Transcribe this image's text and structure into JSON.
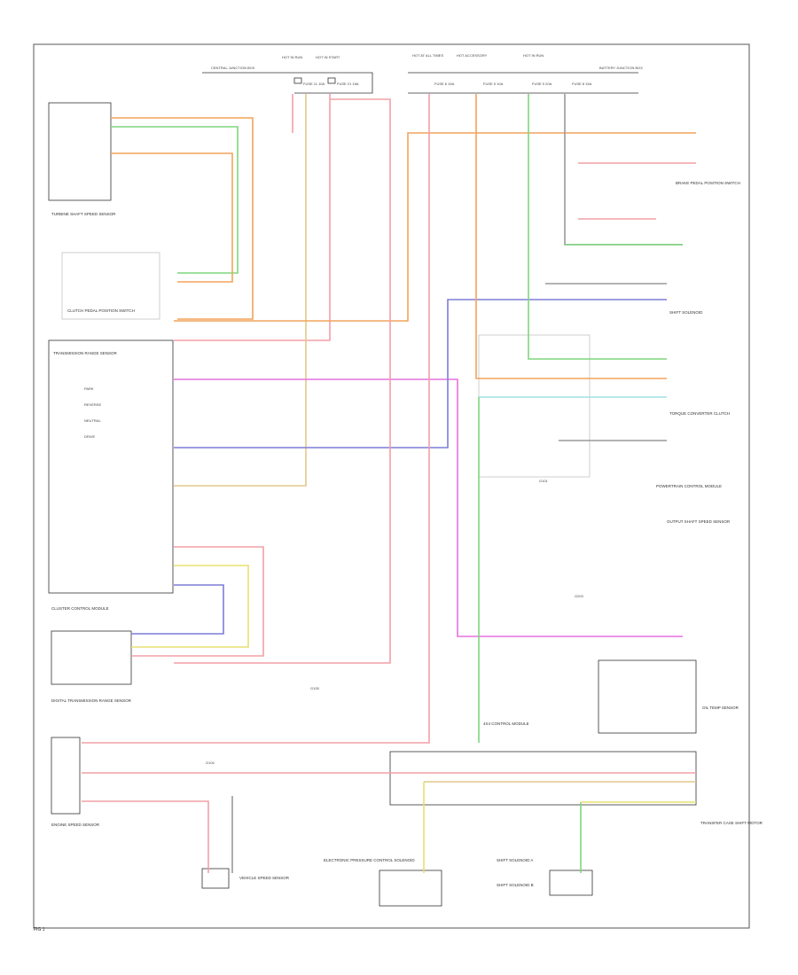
{
  "footer": {
    "id_text": "FIG 1"
  },
  "colors": {
    "orange": "#f2a45a",
    "green": "#7ed67e",
    "pink": "#f2a0a6",
    "blue": "#7d7dd8",
    "magenta": "#e670e0",
    "tan": "#e2c88a",
    "yellow": "#e8e070",
    "gray": "#9a9a9a",
    "cyan": "#a0e0e8",
    "black": "#333333"
  },
  "labels": {
    "top_fuses_left": [
      "HOT IN RUN",
      "HOT IN START",
      "CENTRAL JUNCTION BOX",
      "FUSE 11 10A",
      "FUSE 21 15A"
    ],
    "top_fuses_right": [
      "HOT AT ALL TIMES",
      "HOT ACCESSORY",
      "HOT IN RUN",
      "BATTERY JUNCTION BOX",
      "FUSE 6 15A",
      "FUSE 5 10A",
      "FUSE 9 20A",
      "FUSE 8 15A"
    ],
    "left_components": [
      "TURBINE SHAFT SPEED SENSOR",
      "CLUTCH PEDAL POSITION SWITCH",
      "TRANSMISSION RANGE SENSOR",
      "PARK",
      "REVERSE",
      "NEUTRAL",
      "DRIVE",
      "CLUSTER CONTROL MODULE",
      "DIGITAL TRANSMISSION RANGE SENSOR",
      "ENGINE SPEED SENSOR",
      "G104",
      "G105"
    ],
    "right_components": [
      "BRAKE PEDAL POSITION SWITCH",
      "SHIFT SOLENOID",
      "TORQUE CONVERTER CLUTCH",
      "POWERTRAIN CONTROL MODULE",
      "OUTPUT SHAFT SPEED SENSOR",
      "4X4 CONTROL MODULE",
      "TRANSFER CASE SHIFT MOTOR",
      "G101",
      "G203",
      "OIL TEMP SENSOR"
    ],
    "bottom_components": [
      "VEHICLE SPEED SENSOR",
      "ELECTRONIC PRESSURE CONTROL SOLENOID",
      "SHIFT SOLENOID A",
      "SHIFT SOLENOID B"
    ]
  }
}
